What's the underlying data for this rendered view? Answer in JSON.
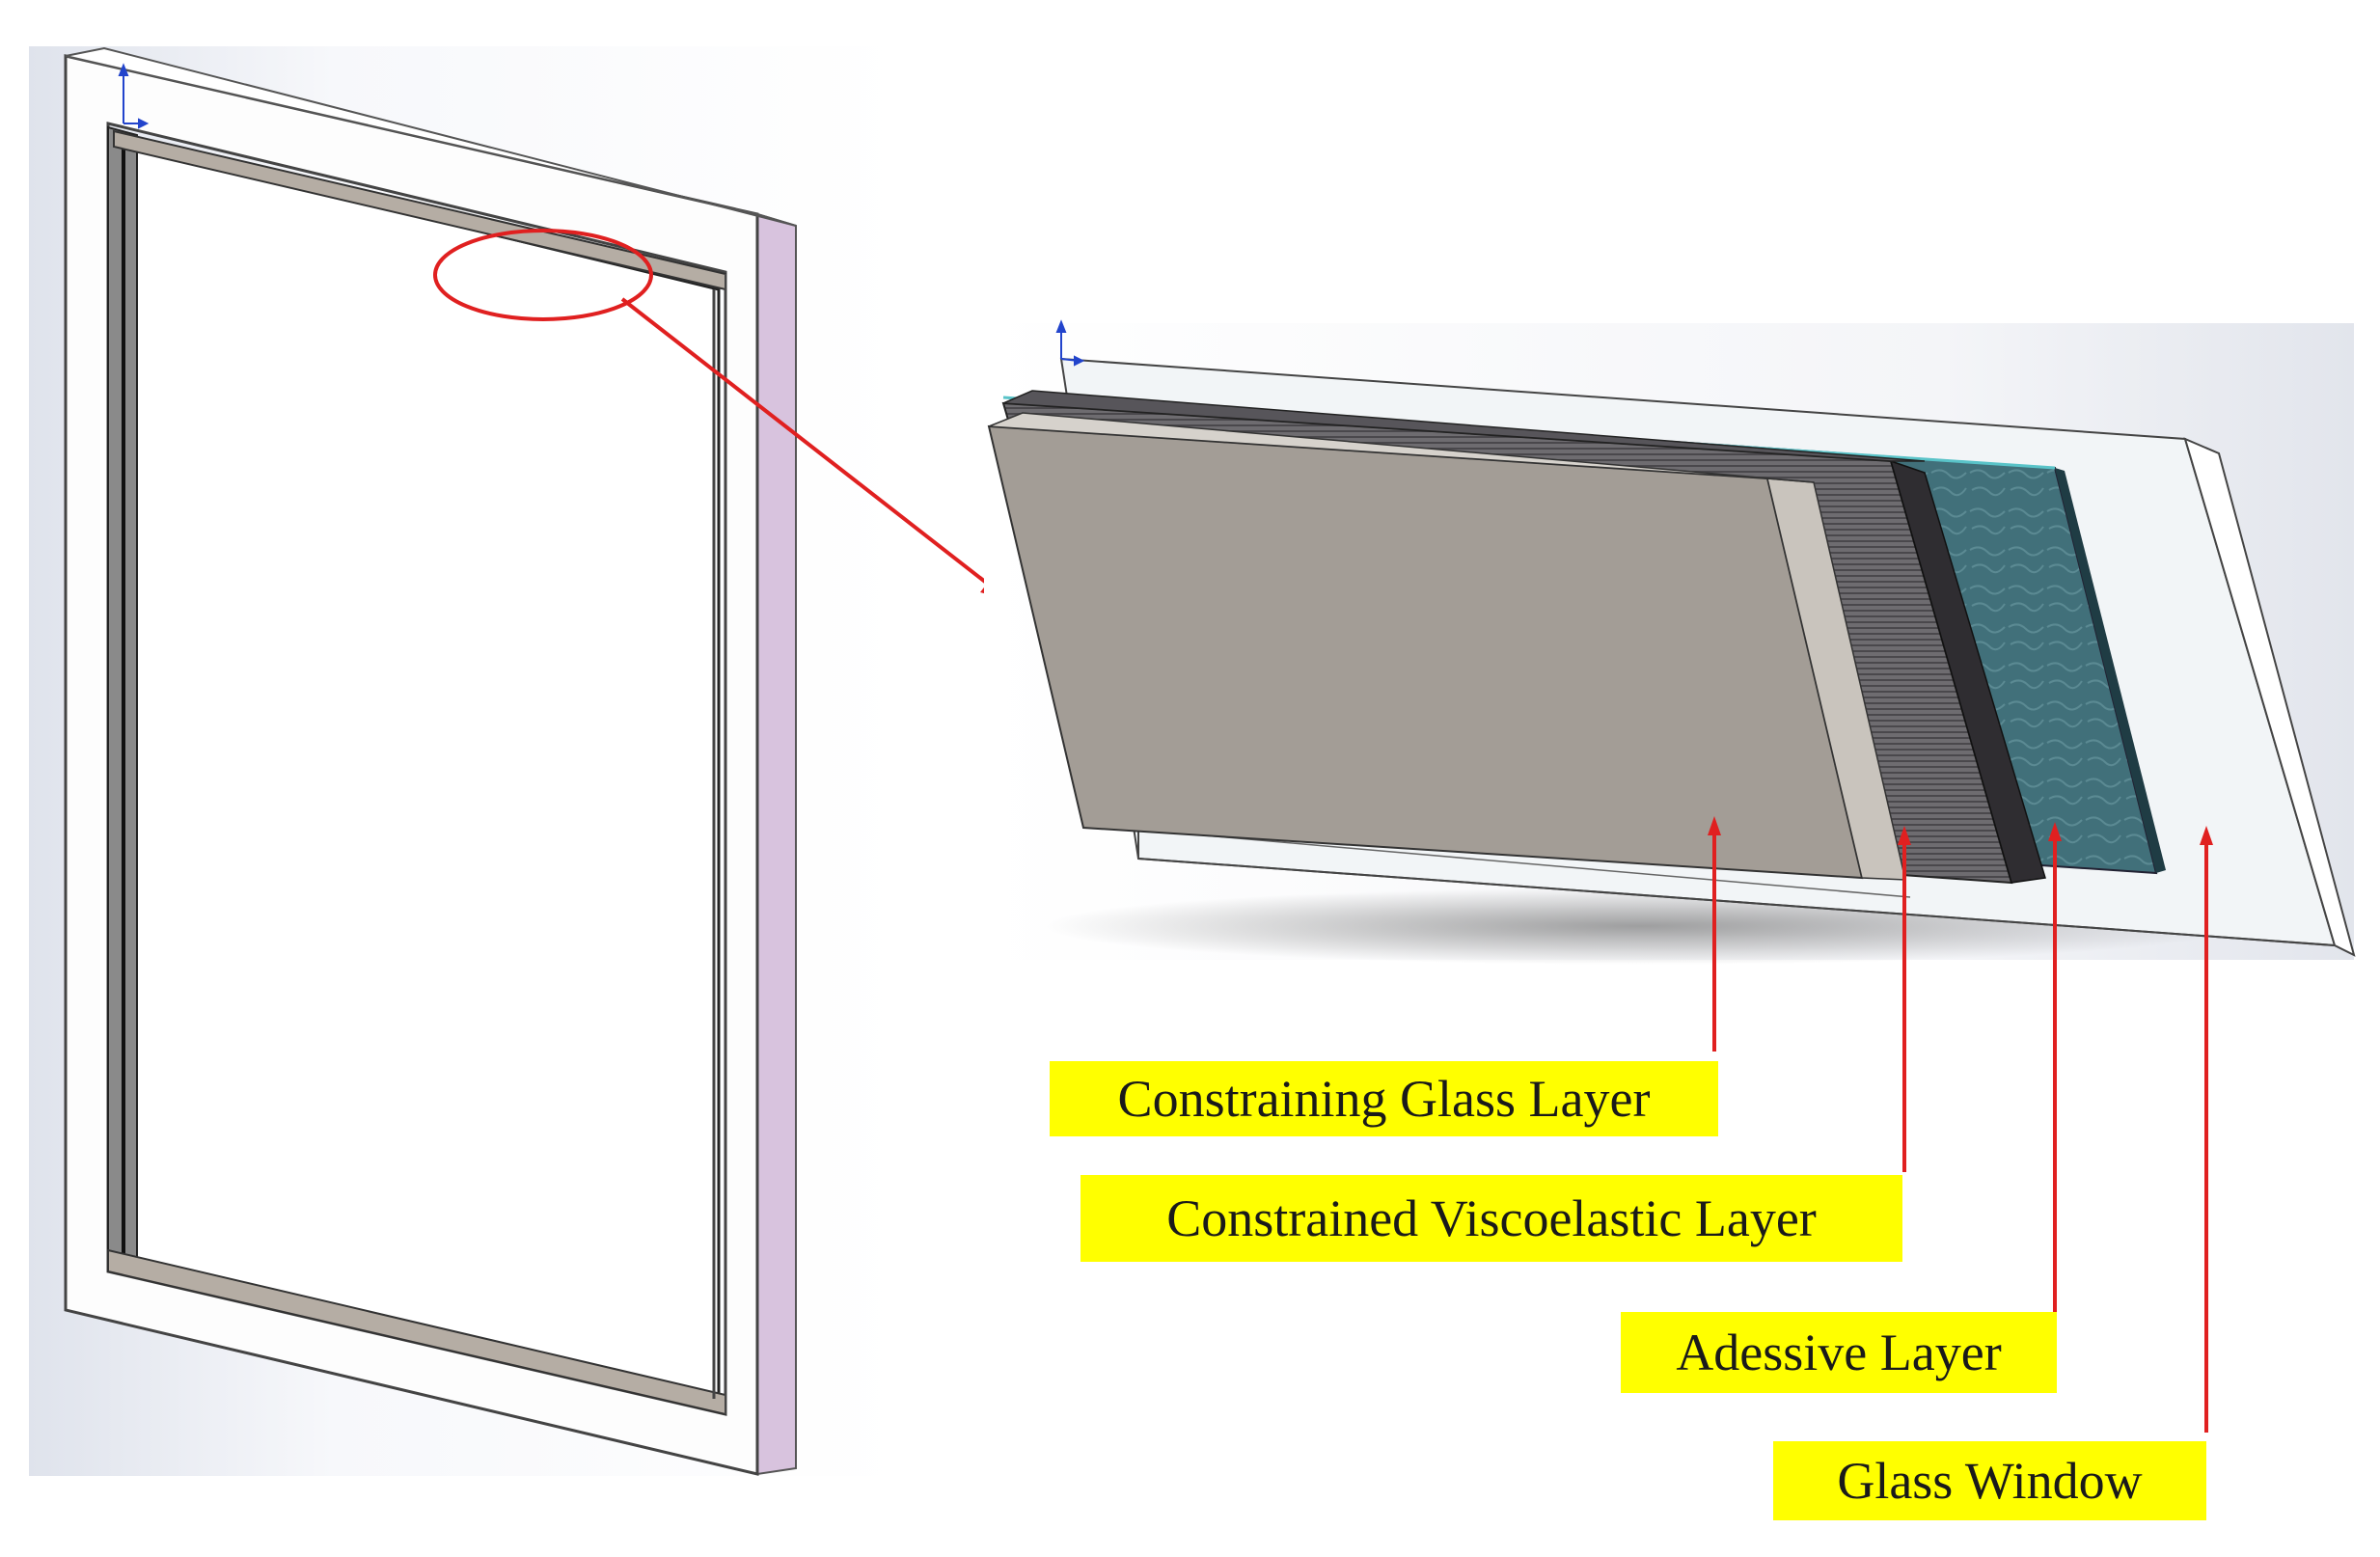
{
  "labels": {
    "constraining_glass_layer": "Constraining Glass Layer",
    "constrained_viscoelastic_layer": "Constrained Viscoelastic Layer",
    "adhesive_layer": "Adessive Layer",
    "glass_window": "Glass Window"
  },
  "colors": {
    "label_background": "#ffff00",
    "arrow": "#e02020",
    "frame_side": "#d8c3de",
    "constraining_glass": "#a39d96",
    "viscoelastic": "#6c6a6d",
    "adhesive": "#3f6a74",
    "window_glass": "#f2f5f7"
  },
  "icons": {
    "axis_triad_left": "axis-triad-icon",
    "axis_triad_right": "axis-triad-icon"
  }
}
